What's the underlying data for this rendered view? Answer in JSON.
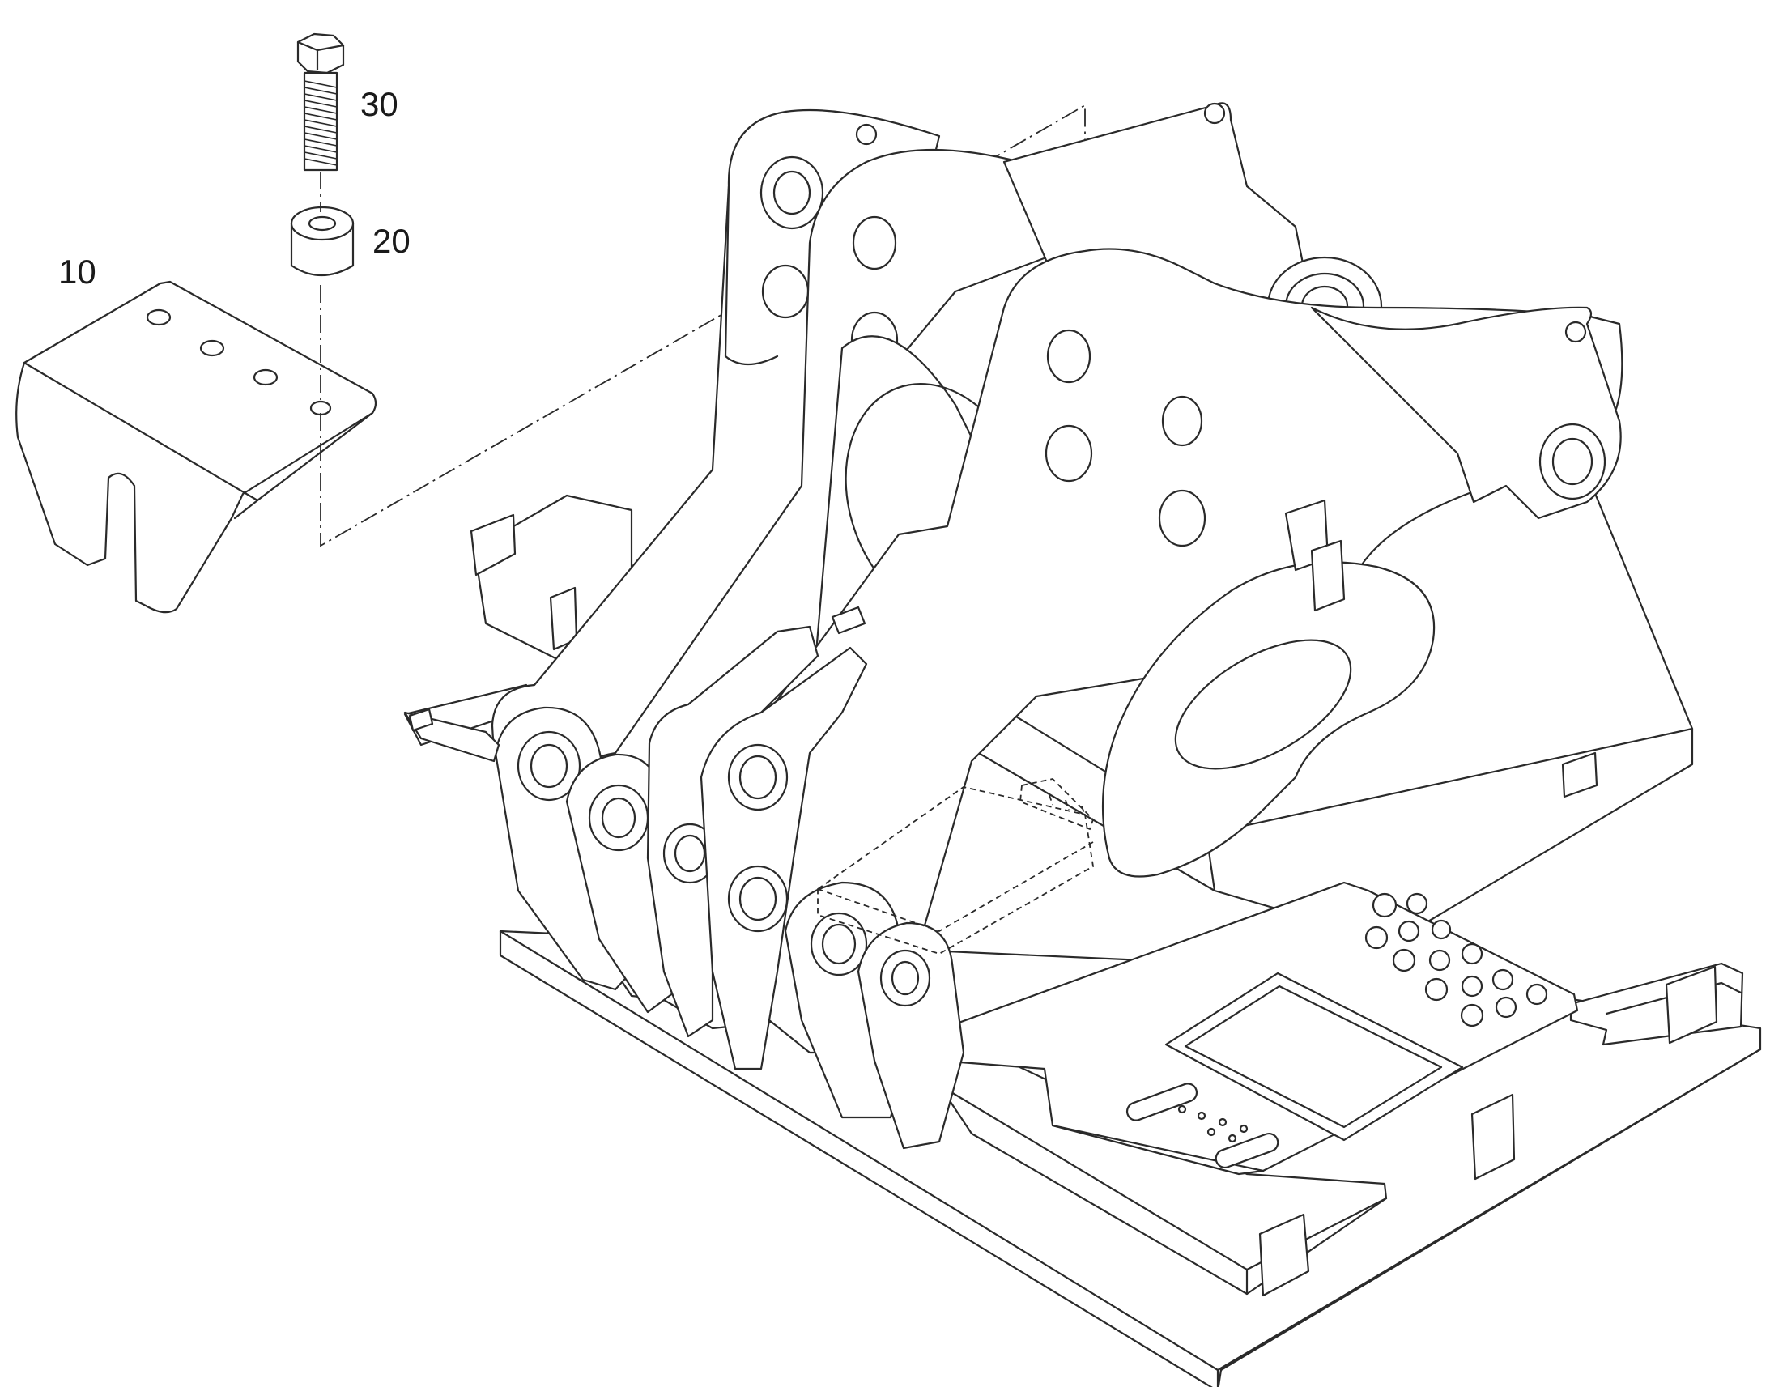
{
  "callouts": {
    "part_10": "10",
    "part_20": "20",
    "part_30": "30"
  },
  "colors": {
    "line": "#2a2a2a",
    "background": "#ffffff"
  }
}
